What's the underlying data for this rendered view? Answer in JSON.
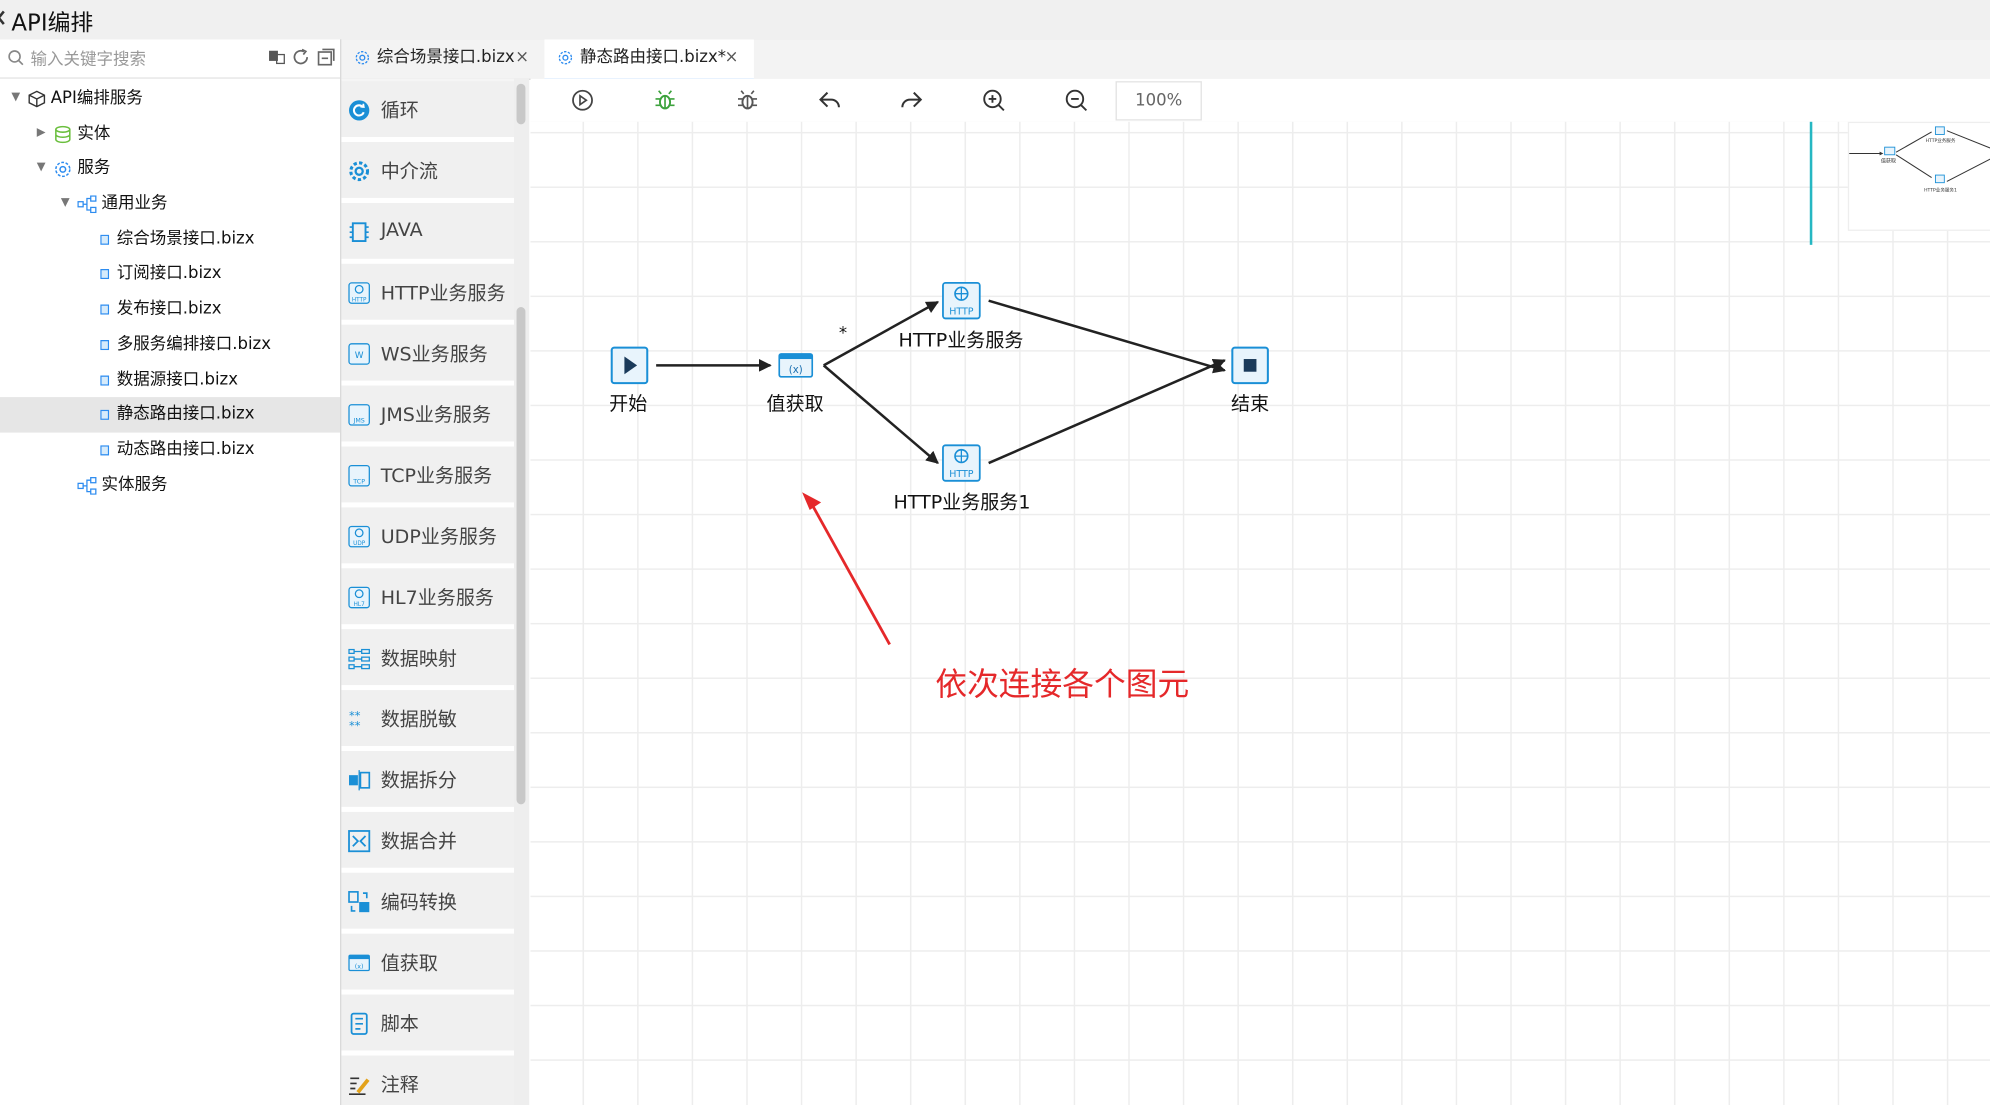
{
  "window": {
    "title": "API编排"
  },
  "search": {
    "placeholder": "输入关键字搜索"
  },
  "tree": {
    "root": "API编排服务",
    "entity": "实体",
    "service": "服务",
    "general_business": "通用业务",
    "files": [
      "综合场景接口.bizx",
      "订阅接口.bizx",
      "发布接口.bizx",
      "多服务编排接口.bizx",
      "数据源接口.bizx",
      "静态路由接口.bizx",
      "动态路由接口.bizx"
    ],
    "entity_service": "实体服务"
  },
  "tabs": [
    {
      "label": "综合场景接口.bizx",
      "close": "×"
    },
    {
      "label": "静态路由接口.bizx*",
      "close": "×"
    }
  ],
  "palette": [
    "循环",
    "中介流",
    "JAVA",
    "HTTP业务服务",
    "WS业务服务",
    "JMS业务服务",
    "TCP业务服务",
    "UDP业务服务",
    "HL7业务服务",
    "数据映射",
    "数据脱敏",
    "数据拆分",
    "数据合并",
    "编码转换",
    "值获取",
    "脚本",
    "注释"
  ],
  "toolbar": {
    "zoom": "100%"
  },
  "flow": {
    "start": "开始",
    "value_get": "值获取",
    "http1": "HTTP业务服务",
    "http2": "HTTP业务服务1",
    "end": "结束",
    "edge_mark": "*",
    "http_badge": "HTTP",
    "value_badge": "(x)"
  },
  "minimap": {
    "start": "值获取",
    "http1": "HTTP业务服务",
    "http2": "HTTP业务服务1"
  },
  "annotation": "依次连接各个图元",
  "colors": {
    "accent": "#2d8cf0",
    "node_blue": "#1a8fd6",
    "annotation_red": "#e5282a",
    "teal": "#26b7c2"
  }
}
